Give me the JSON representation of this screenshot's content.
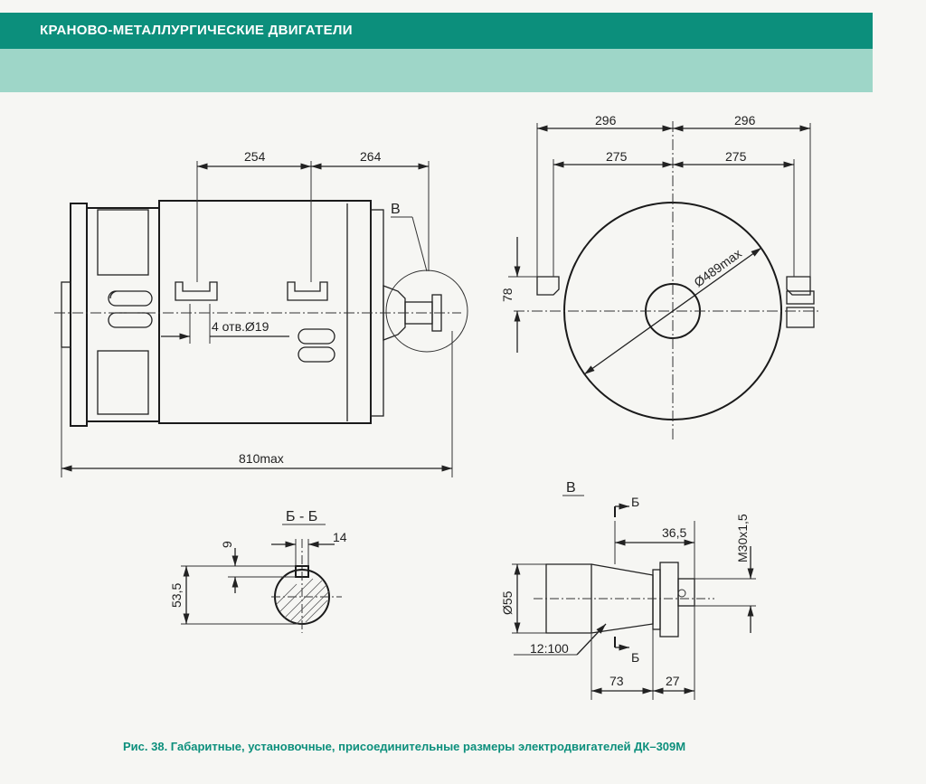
{
  "header": {
    "title": "КРАНОВО-МЕТАЛЛУРГИЧЕСКИЕ ДВИГАТЕЛИ"
  },
  "caption": "Рис. 38. Габаритные, установочные, присоединительные размеры электродвигателей ДК–309М",
  "colors": {
    "accent": "#0c8f7c",
    "band": "#9ed6c8",
    "ink": "#222222"
  },
  "side_view": {
    "dim_left": "254",
    "dim_right": "264",
    "callout": "В",
    "holes": "4 отв.Ø19",
    "overall": "810max"
  },
  "end_view": {
    "dim_top_left": "296",
    "dim_top_right": "296",
    "dim_inner_left": "275",
    "dim_inner_right": "275",
    "height": "78",
    "diameter": "Ø489max"
  },
  "section": {
    "title": "Б - Б",
    "key_depth": "9",
    "key_width": "14",
    "height": "53,5"
  },
  "detail": {
    "title": "В",
    "section_mark_top": "Б",
    "section_mark_bottom": "Б",
    "dim_36": "36,5",
    "thread": "M30x1,5",
    "shaft_dia": "Ø55",
    "taper": "12:100",
    "len_73": "73",
    "len_27": "27"
  }
}
